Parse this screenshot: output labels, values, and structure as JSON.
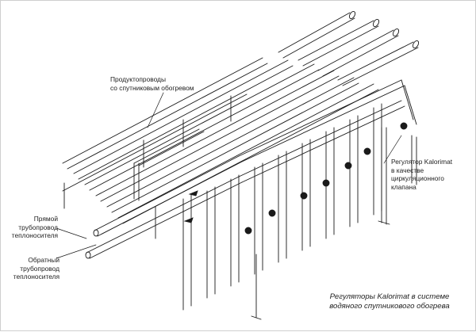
{
  "labels": {
    "product_pipes": {
      "line1": "Продуктопроводы",
      "line2": "со спутниковым обогревом"
    },
    "supply_pipe": {
      "line1": "Прямой",
      "line2": "трубопровод",
      "line3": "теплоносителя"
    },
    "return_pipe": {
      "line1": "Обратный",
      "line2": "трубопровод",
      "line3": "теплоносителя"
    },
    "regulator": {
      "line1": "Регулятор Kalorimat",
      "line2": "в качестве",
      "line3": "циркуляционного",
      "line4": "клапана"
    }
  },
  "caption": {
    "line1": "Регуляторы Kalorimat в системе",
    "line2": "водяного спутникового обогрева"
  },
  "colors": {
    "line": "#1a1a1a",
    "background": "#ffffff"
  }
}
